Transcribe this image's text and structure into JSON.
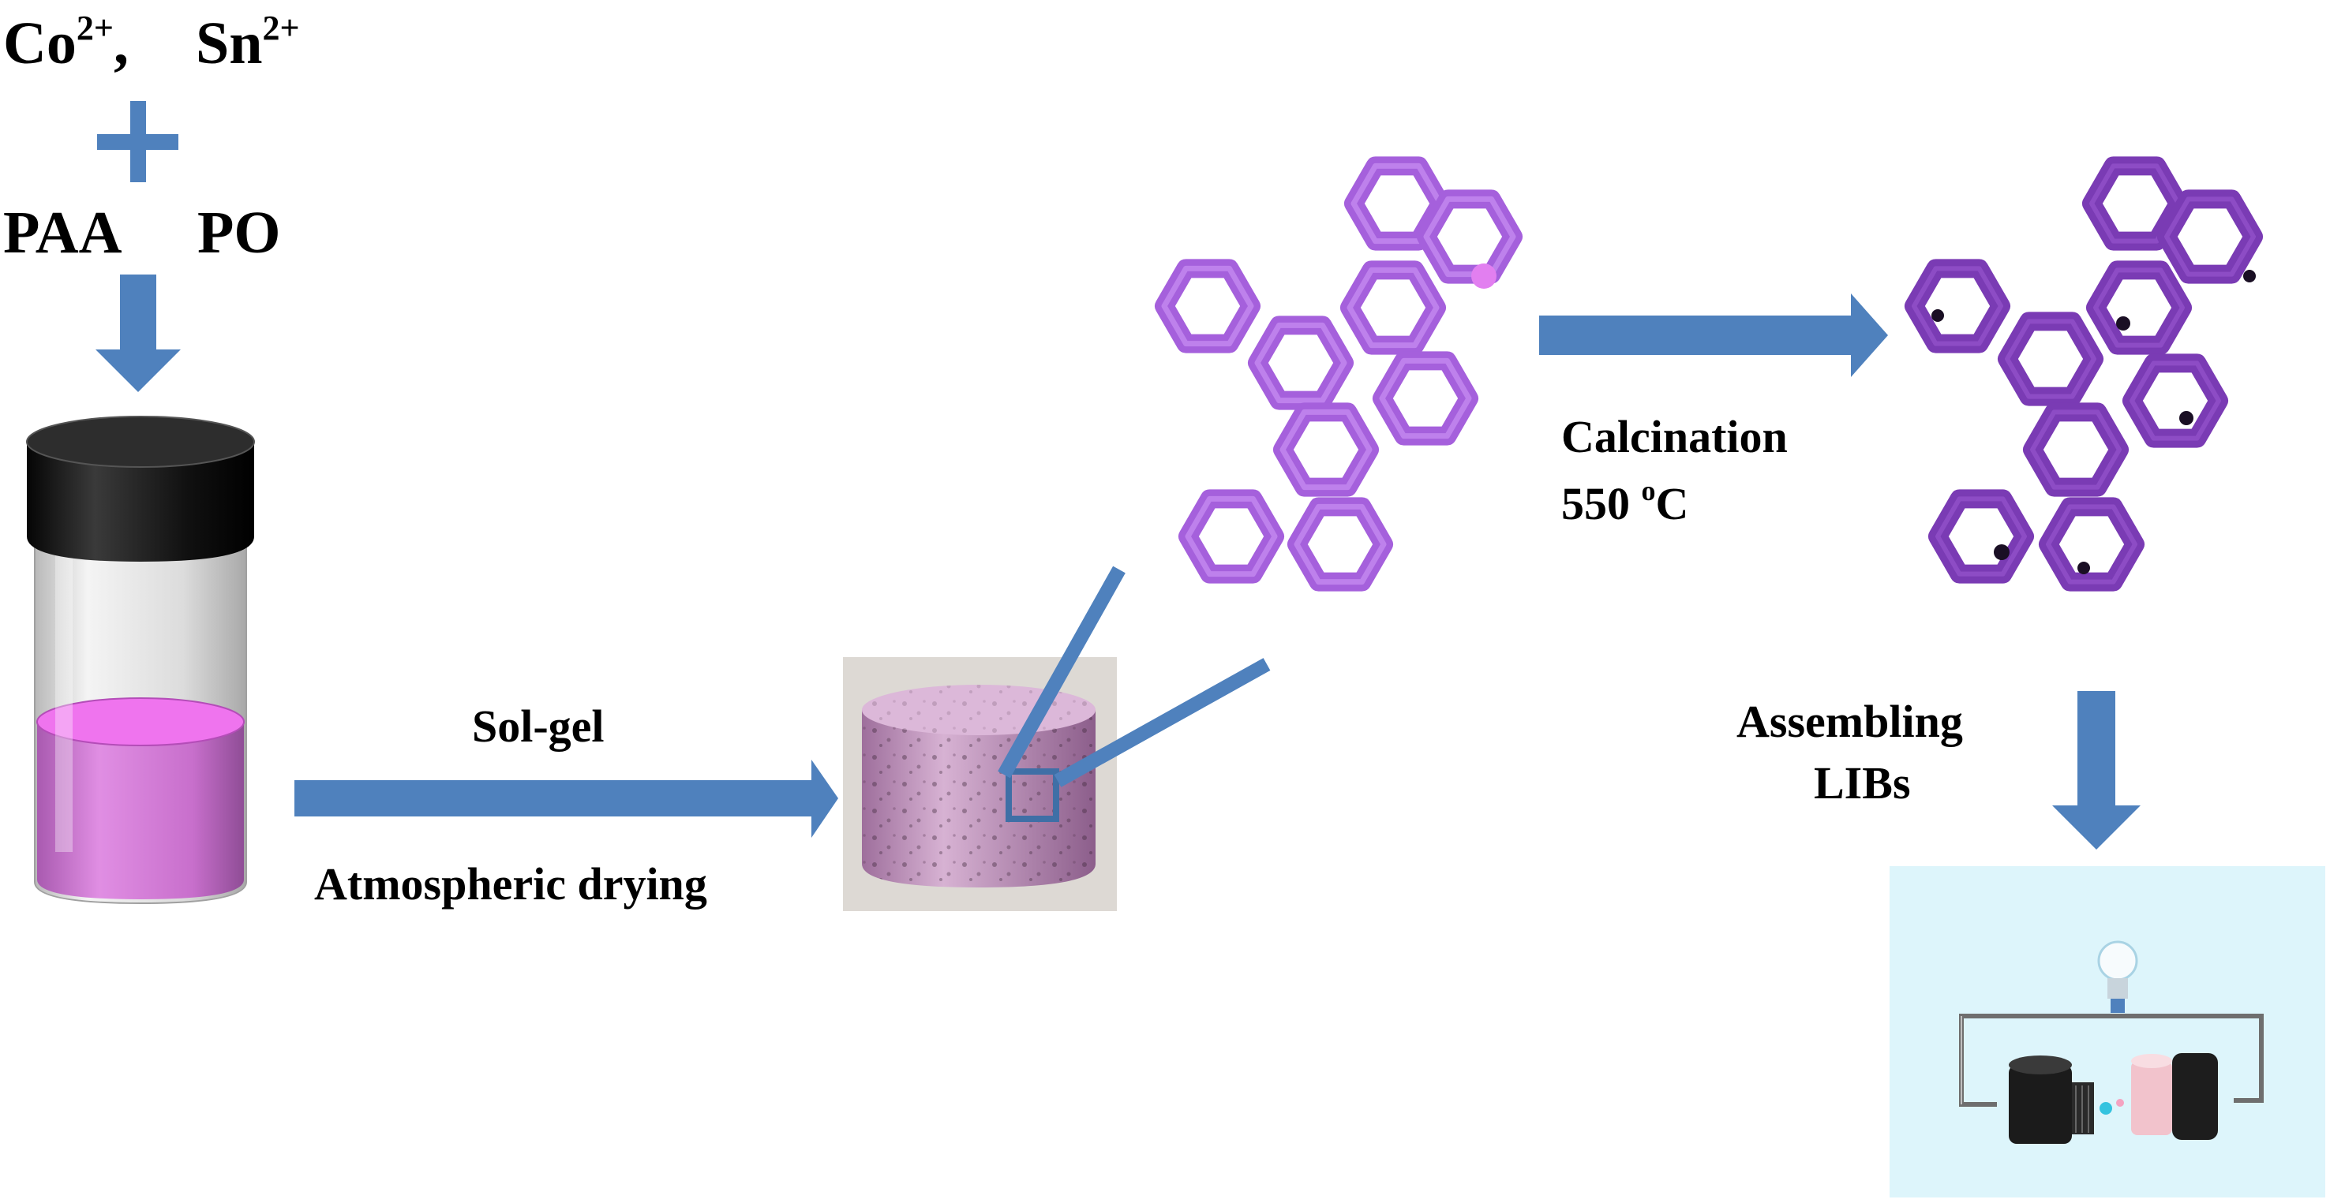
{
  "reactants": {
    "ion1": "Co",
    "ion1_charge": "2+",
    "separator": ",",
    "ion2": "Sn",
    "ion2_charge": "2+",
    "plus": "+",
    "reagent1": "PAA",
    "reagent2": "PO"
  },
  "steps": {
    "solgel": "Sol-gel",
    "drying": "Atmospheric drying",
    "calcination": "Calcination",
    "temperature_value": "550",
    "temperature_degree": "o",
    "temperature_unit": "C",
    "assembling_line1": "Assembling",
    "assembling_line2": "LIBs"
  },
  "colors": {
    "arrow": "#4f81bd",
    "solution": "#d46fd7",
    "solution_top": "#f06ef0",
    "cap": "#1a1a1a",
    "framework_precursor": "#a35fd8",
    "framework_calcined": "#7f3fb8",
    "monolith": "#c79ac4",
    "battery_background": "#ddf5fb"
  },
  "icons": {
    "vial": "vial-icon",
    "monolith": "aerogel-monolith-icon",
    "framework": "porous-framework-icon",
    "battery": "battery-circuit-icon"
  }
}
